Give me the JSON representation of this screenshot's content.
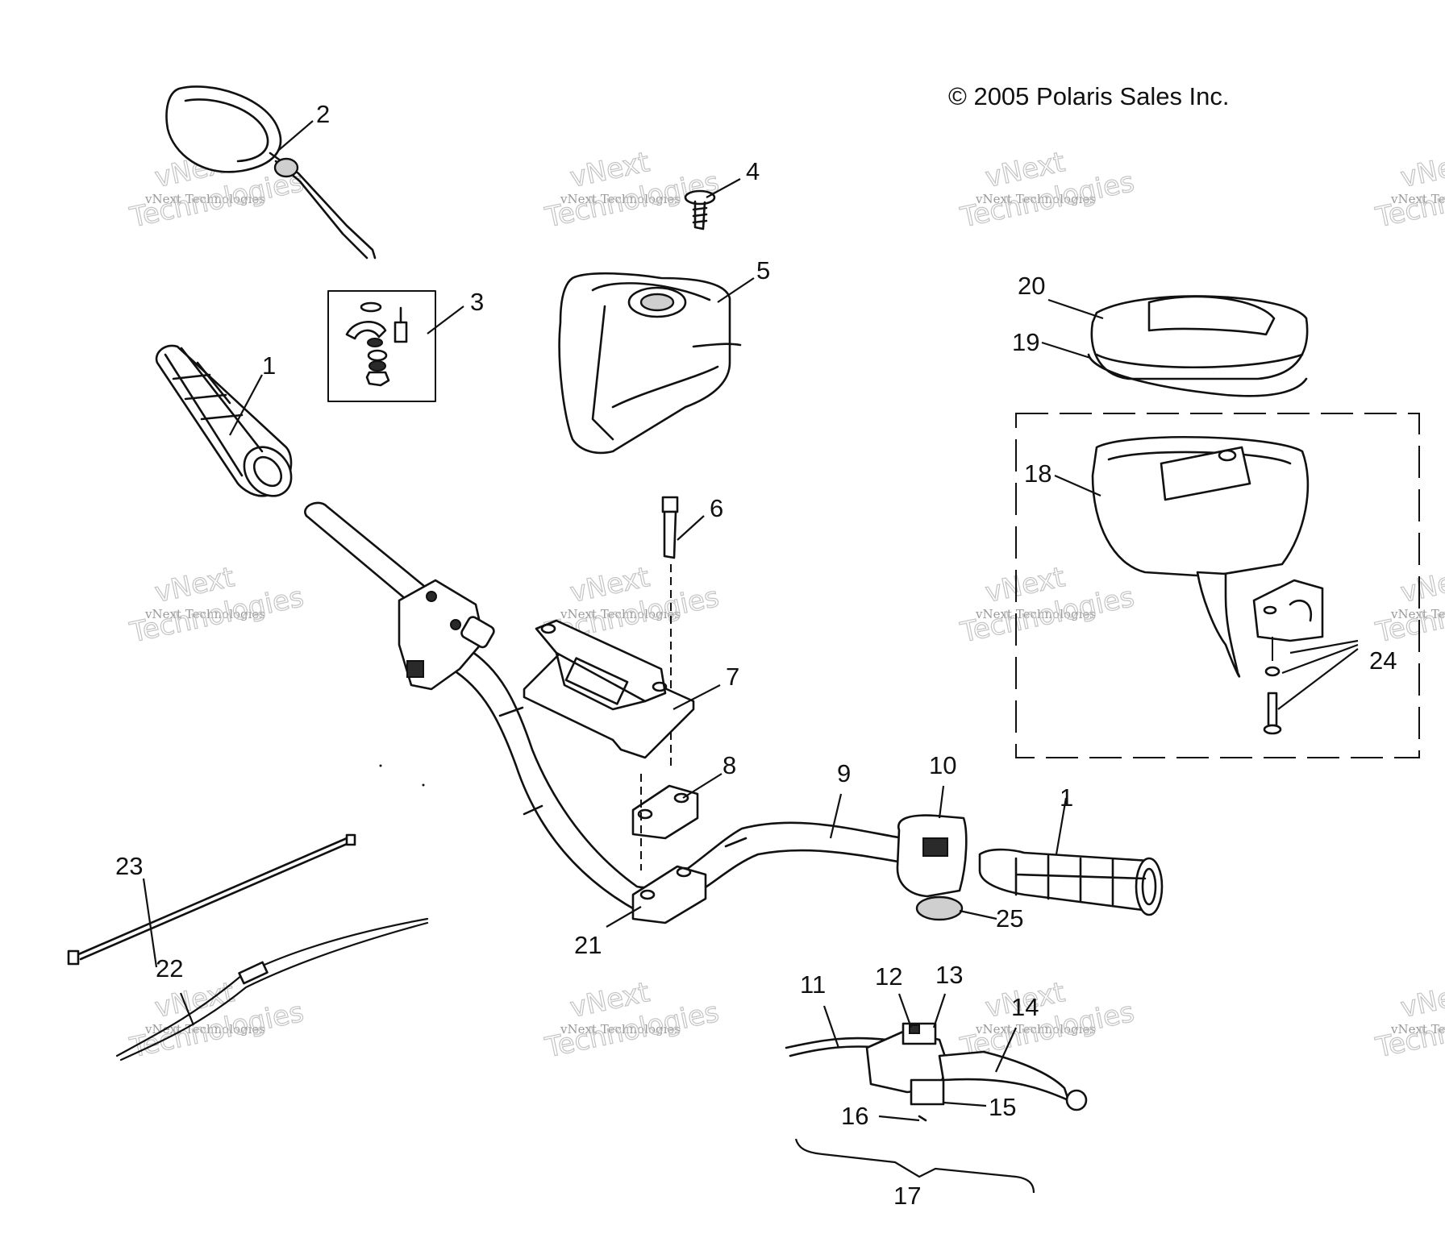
{
  "copyright": "© 2005 Polaris Sales Inc.",
  "watermark": {
    "small_text": "vNext Technologies",
    "big_line1": "vNext",
    "big_line2": "Technologies"
  },
  "callouts": {
    "c1a": "1",
    "c1b": "1",
    "c2": "2",
    "c3": "3",
    "c4": "4",
    "c5": "5",
    "c6": "6",
    "c7": "7",
    "c8": "8",
    "c9": "9",
    "c10": "10",
    "c11": "11",
    "c12": "12",
    "c13": "13",
    "c14": "14",
    "c15": "15",
    "c16": "16",
    "c17": "17",
    "c18": "18",
    "c19": "19",
    "c20": "20",
    "c21": "21",
    "c22": "22",
    "c23": "23",
    "c24": "24",
    "c25": "25"
  },
  "colors": {
    "line": "#111111",
    "watermark": "#c4c4c4",
    "background": "#ffffff"
  }
}
